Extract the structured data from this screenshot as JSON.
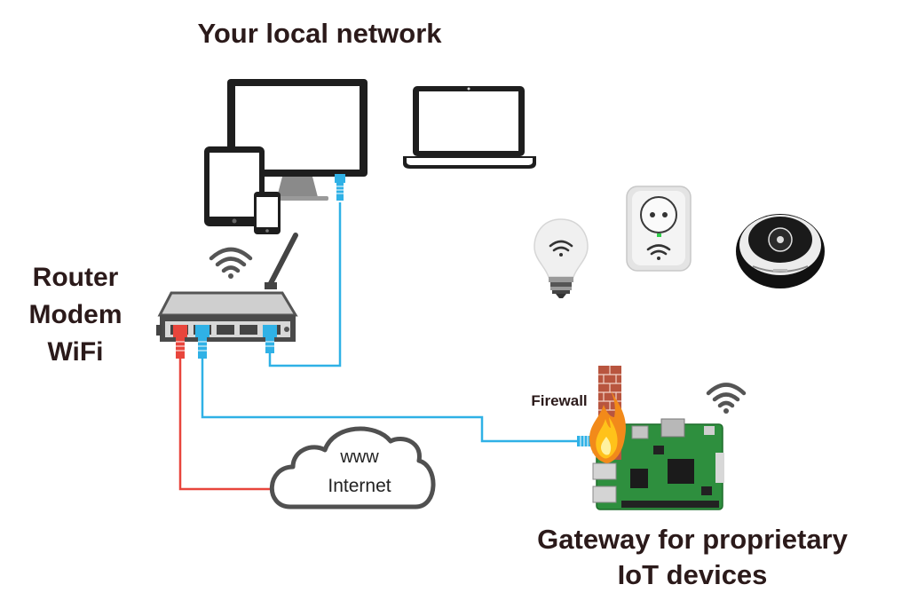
{
  "labels": {
    "title": "Your local network",
    "router_lines": [
      "Router",
      "Modem",
      "WiFi"
    ],
    "cloud_www": "www",
    "cloud_internet": "Internet",
    "firewall": "Firewall",
    "gateway_lines": [
      "Gateway for proprietary",
      "IoT devices"
    ]
  },
  "icons": [
    "desktop-monitor-icon",
    "tablet-icon",
    "phone-icon",
    "laptop-icon",
    "smart-bulb-icon",
    "smart-plug-icon",
    "robot-vacuum-icon",
    "router-icon",
    "wifi-icon",
    "cloud-icon",
    "firewall-icon",
    "raspberry-pi-icon"
  ],
  "colors": {
    "ethernet_blue": "#2fb1e6",
    "ethernet_red": "#e8453c",
    "text": "#2b1a1a",
    "board_green": "#2e8f3e",
    "device_dark": "#2a2a2a"
  }
}
